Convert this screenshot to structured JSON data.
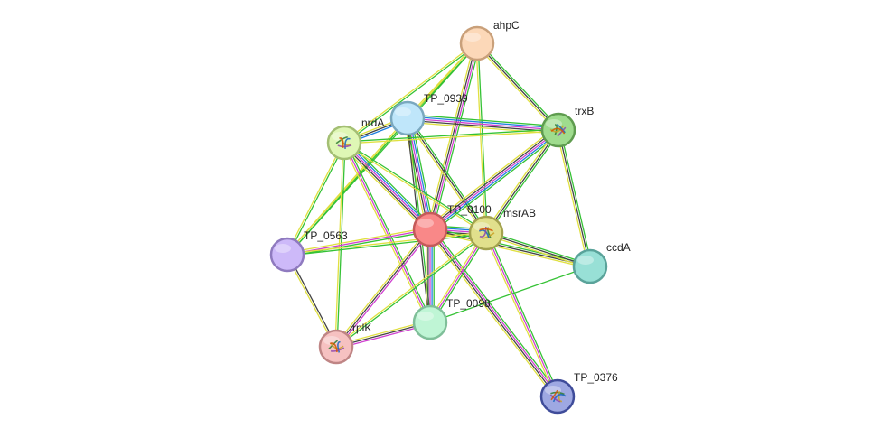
{
  "network": {
    "nodes": [
      {
        "id": "ahpC",
        "label": "ahpC",
        "fill": "#fcd8b8",
        "stroke": "#c9a07a",
        "texture": "none"
      },
      {
        "id": "TP_0939",
        "label": "TP_0939",
        "fill": "#bfe6fa",
        "stroke": "#7aa8bf",
        "texture": "none"
      },
      {
        "id": "trxB",
        "label": "trxB",
        "fill": "#9fdc8e",
        "stroke": "#5f9c4f",
        "texture": "structure"
      },
      {
        "id": "nrdA",
        "label": "nrdA",
        "fill": "#dff7b5",
        "stroke": "#a4bf74",
        "texture": "structure"
      },
      {
        "id": "TP_0100",
        "label": "TP_0100",
        "fill": "#f98888",
        "stroke": "#c45a5a",
        "texture": "none"
      },
      {
        "id": "msrAB",
        "label": "msrAB",
        "fill": "#e1e08c",
        "stroke": "#a3a24e",
        "texture": "structure"
      },
      {
        "id": "TP_0563",
        "label": "TP_0563",
        "fill": "#cdb9f9",
        "stroke": "#8f7abf",
        "texture": "none"
      },
      {
        "id": "ccdA",
        "label": "ccdA",
        "fill": "#98e0d6",
        "stroke": "#5aa39a",
        "texture": "none"
      },
      {
        "id": "TP_0098",
        "label": "TP_0098",
        "fill": "#bff5d5",
        "stroke": "#7fbf99",
        "texture": "none"
      },
      {
        "id": "rplK",
        "label": "rplK",
        "fill": "#f6c1c1",
        "stroke": "#bf8585",
        "texture": "structure"
      },
      {
        "id": "TP_0376",
        "label": "TP_0376",
        "fill": "#9ea8e2",
        "stroke": "#3f4c9a",
        "texture": "structure"
      }
    ],
    "edges": [
      {
        "source": "ahpC",
        "target": "TP_0939",
        "evidence": [
          "#35c235",
          "#e0e040"
        ]
      },
      {
        "source": "ahpC",
        "target": "nrdA",
        "evidence": [
          "#35c235",
          "#e0e040"
        ]
      },
      {
        "source": "ahpC",
        "target": "trxB",
        "evidence": [
          "#35c235",
          "#444444",
          "#e0e040"
        ]
      },
      {
        "source": "ahpC",
        "target": "TP_0100",
        "evidence": [
          "#35c235",
          "#d040d0",
          "#444444",
          "#e0e040"
        ]
      },
      {
        "source": "ahpC",
        "target": "msrAB",
        "evidence": [
          "#35c235",
          "#e0e040"
        ]
      },
      {
        "source": "ahpC",
        "target": "TP_0563",
        "evidence": [
          "#35c235",
          "#e0e040"
        ]
      },
      {
        "source": "TP_0939",
        "target": "nrdA",
        "evidence": [
          "#2080e0",
          "#444444",
          "#e0e040"
        ]
      },
      {
        "source": "TP_0939",
        "target": "trxB",
        "evidence": [
          "#35c235",
          "#2080e0",
          "#d040d0",
          "#444444",
          "#e0e040"
        ]
      },
      {
        "source": "TP_0939",
        "target": "TP_0100",
        "evidence": [
          "#35c235",
          "#2080e0",
          "#d040d0",
          "#444444",
          "#e0e040"
        ]
      },
      {
        "source": "TP_0939",
        "target": "msrAB",
        "evidence": [
          "#35c235",
          "#444444",
          "#e0e040"
        ]
      },
      {
        "source": "TP_0939",
        "target": "TP_0563",
        "evidence": [
          "#35c235",
          "#e0e040"
        ]
      },
      {
        "source": "TP_0939",
        "target": "TP_0098",
        "evidence": [
          "#35c235",
          "#444444"
        ]
      },
      {
        "source": "nrdA",
        "target": "trxB",
        "evidence": [
          "#35c235",
          "#e0e040"
        ]
      },
      {
        "source": "nrdA",
        "target": "TP_0100",
        "evidence": [
          "#35c235",
          "#2080e0",
          "#d040d0",
          "#444444",
          "#e0e040"
        ]
      },
      {
        "source": "nrdA",
        "target": "msrAB",
        "evidence": [
          "#35c235",
          "#e0e040"
        ]
      },
      {
        "source": "nrdA",
        "target": "TP_0563",
        "evidence": [
          "#35c235",
          "#e0e040"
        ]
      },
      {
        "source": "nrdA",
        "target": "TP_0098",
        "evidence": [
          "#35c235",
          "#d040d0",
          "#e0e040"
        ]
      },
      {
        "source": "nrdA",
        "target": "rplK",
        "evidence": [
          "#35c235",
          "#e0e040"
        ]
      },
      {
        "source": "trxB",
        "target": "TP_0100",
        "evidence": [
          "#35c235",
          "#2080e0",
          "#d040d0",
          "#444444",
          "#e0e040"
        ]
      },
      {
        "source": "trxB",
        "target": "msrAB",
        "evidence": [
          "#35c235",
          "#444444",
          "#e0e040"
        ]
      },
      {
        "source": "trxB",
        "target": "ccdA",
        "evidence": [
          "#35c235",
          "#444444",
          "#e0e040"
        ]
      },
      {
        "source": "TP_0100",
        "target": "msrAB",
        "evidence": [
          "#35c235",
          "#2080e0",
          "#d040d0",
          "#444444",
          "#e0e040"
        ]
      },
      {
        "source": "TP_0100",
        "target": "TP_0563",
        "evidence": [
          "#35c235",
          "#d040d0",
          "#e0e040"
        ]
      },
      {
        "source": "TP_0100",
        "target": "ccdA",
        "evidence": [
          "#35c235",
          "#444444",
          "#e0e040"
        ]
      },
      {
        "source": "TP_0100",
        "target": "TP_0098",
        "evidence": [
          "#35c235",
          "#2080e0",
          "#d040d0",
          "#444444",
          "#e0e040"
        ]
      },
      {
        "source": "TP_0100",
        "target": "rplK",
        "evidence": [
          "#d040d0",
          "#444444",
          "#e0e040"
        ]
      },
      {
        "source": "TP_0100",
        "target": "TP_0376",
        "evidence": [
          "#35c235",
          "#d040d0",
          "#444444",
          "#e0e040"
        ]
      },
      {
        "source": "msrAB",
        "target": "TP_0563",
        "evidence": [
          "#35c235",
          "#e0e040"
        ]
      },
      {
        "source": "msrAB",
        "target": "ccdA",
        "evidence": [
          "#35c235",
          "#444444",
          "#e0e040"
        ]
      },
      {
        "source": "msrAB",
        "target": "TP_0098",
        "evidence": [
          "#35c235",
          "#d040d0",
          "#e0e040"
        ]
      },
      {
        "source": "msrAB",
        "target": "rplK",
        "evidence": [
          "#35c235",
          "#e0e040"
        ]
      },
      {
        "source": "msrAB",
        "target": "TP_0376",
        "evidence": [
          "#35c235",
          "#d040d0",
          "#e0e040"
        ]
      },
      {
        "source": "TP_0563",
        "target": "rplK",
        "evidence": [
          "#444444",
          "#e0e040"
        ]
      },
      {
        "source": "TP_0098",
        "target": "rplK",
        "evidence": [
          "#d040d0",
          "#444444",
          "#e0e040"
        ]
      },
      {
        "source": "TP_0098",
        "target": "ccdA",
        "evidence": [
          "#35c235"
        ]
      }
    ]
  }
}
